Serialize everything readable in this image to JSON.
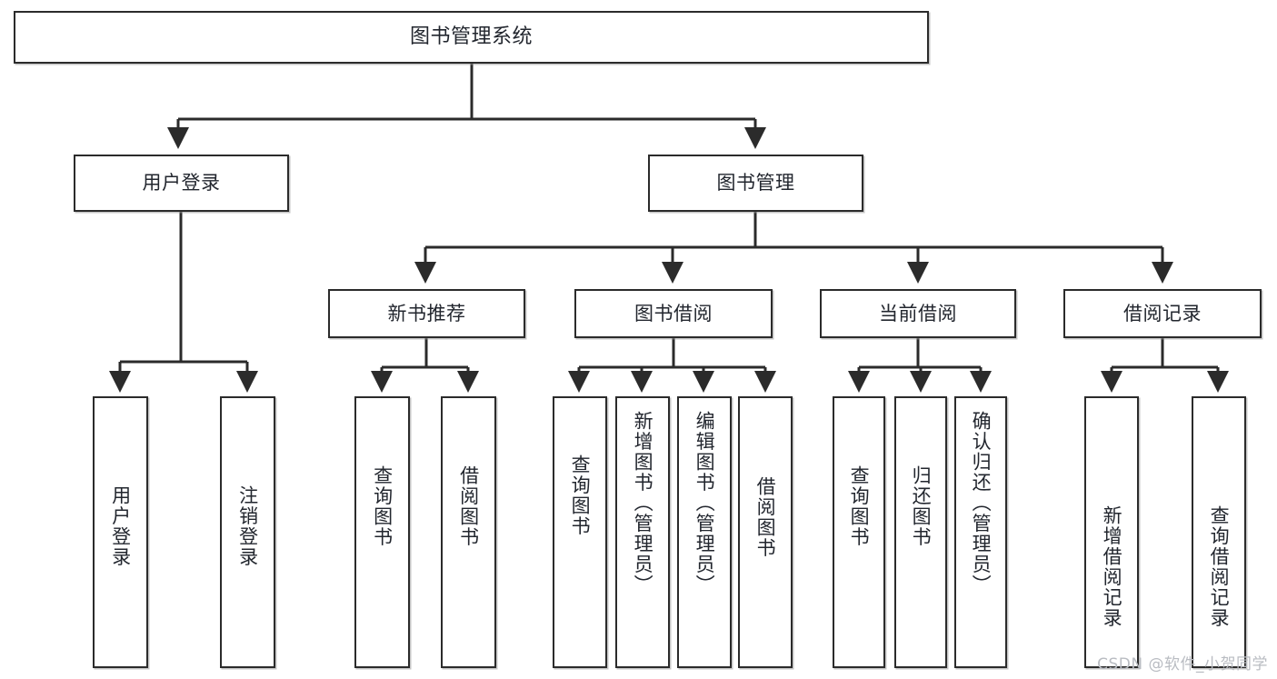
{
  "diagram": {
    "title": "图书管理系统",
    "watermark": "CSDN @软件_小贺同学",
    "colors": {
      "stroke": "#2b2b2b",
      "text": "#22262e",
      "background": "#ffffff",
      "watermark": "#b9bcc2"
    },
    "root": {
      "label": "图书管理系统"
    },
    "level2": [
      {
        "label": "用户登录"
      },
      {
        "label": "图书管理"
      }
    ],
    "level3": [
      {
        "label": "新书推荐"
      },
      {
        "label": "图书借阅"
      },
      {
        "label": "当前借阅"
      },
      {
        "label": "借阅记录"
      }
    ],
    "leaves": {
      "user_login": [
        {
          "label": "用户登录"
        },
        {
          "label": "注销登录"
        }
      ],
      "new_book_recommend": [
        {
          "label": "查询图书"
        },
        {
          "label": "借阅图书"
        }
      ],
      "book_borrow": [
        {
          "label": "查询图书"
        },
        {
          "label": "新增图书（管理员）"
        },
        {
          "label": "编辑图书（管理员）"
        },
        {
          "label": "借阅图书"
        }
      ],
      "current_borrow": [
        {
          "label": "查询图书"
        },
        {
          "label": "归还图书"
        },
        {
          "label": "确认归还（管理员）"
        }
      ],
      "borrow_record": [
        {
          "label": "新增借阅记录"
        },
        {
          "label": "查询借阅记录"
        }
      ]
    }
  }
}
